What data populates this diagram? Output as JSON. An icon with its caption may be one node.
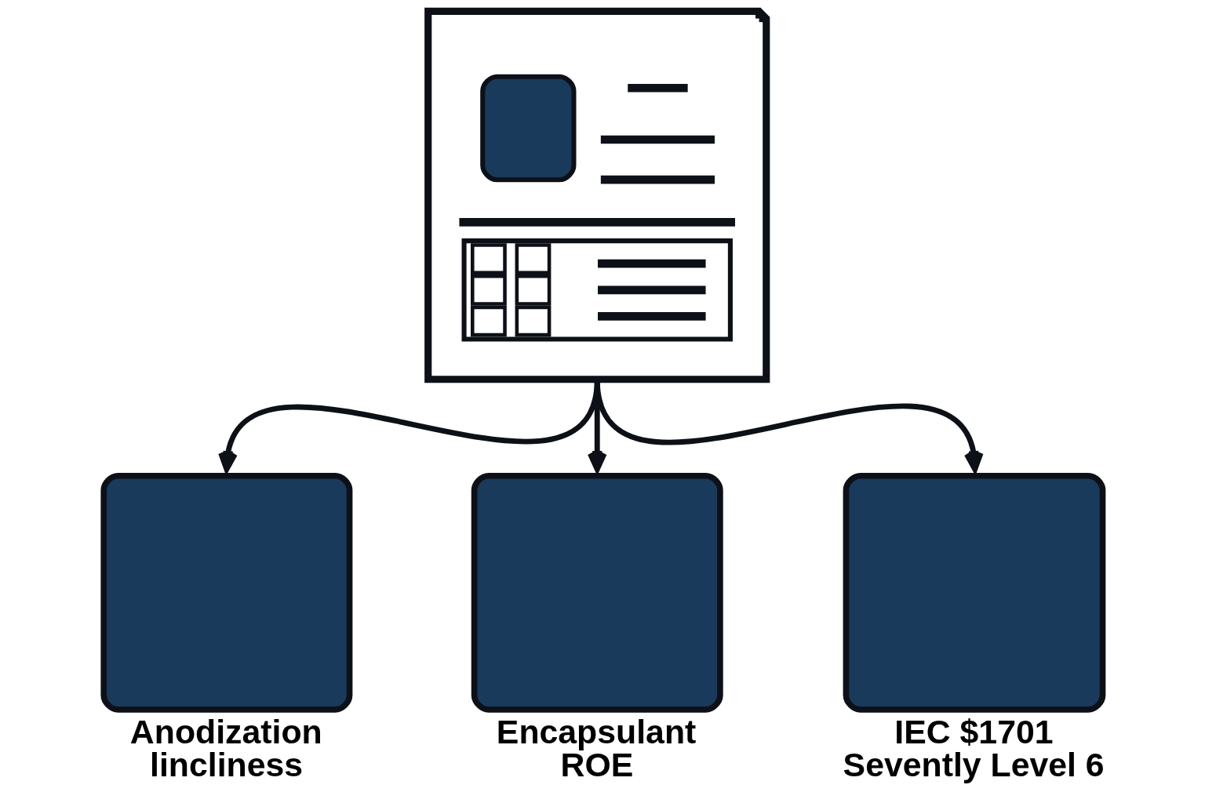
{
  "diagram": {
    "nodes": [
      {
        "text": [],
        "shape": "picture"
      },
      {
        "text": [
          "Anodization lincliness"
        ]
      },
      {
        "text": [
          "Encapsulant ROE"
        ]
      },
      {
        "text": [
          "IEC $1701 Sevently Level 6"
        ]
      }
    ],
    "edges": [
      {
        "from": 0,
        "to": 1,
        "arrow": "to"
      },
      {
        "from": 0,
        "to": 2,
        "arrow": "to"
      },
      {
        "from": 0,
        "to": 3,
        "arrow": "to"
      }
    ]
  }
}
